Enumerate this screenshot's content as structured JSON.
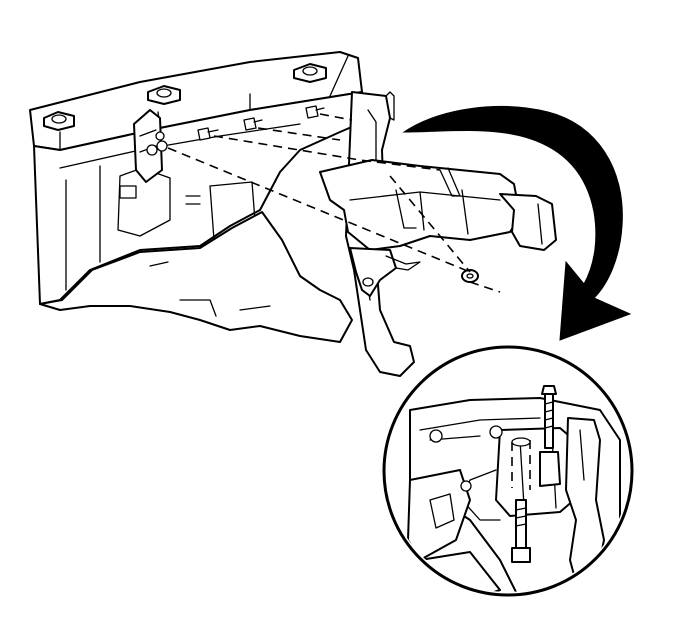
{
  "colors": {
    "line": "#000000",
    "paper": "#ffffff",
    "arrow": "#000000"
  },
  "icons": {
    "rotation_arrow": "curved-arrow-clockwise",
    "detail_view": "circular-magnified-inset"
  },
  "parts": [
    "radiator-support-panel",
    "headlamp-mounting-bracket",
    "hood-latch-support",
    "bolt",
    "nut",
    "fender-bracket"
  ]
}
